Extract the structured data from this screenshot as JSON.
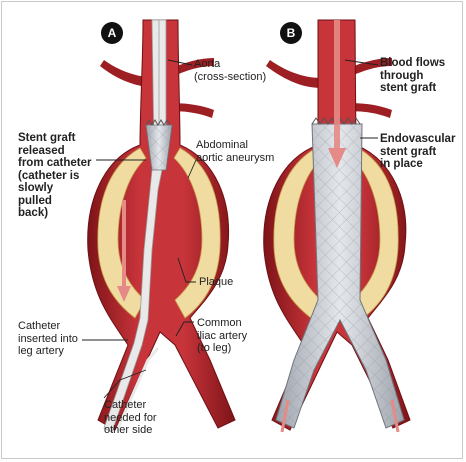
{
  "panels": {
    "a": {
      "badge": "A"
    },
    "b": {
      "badge": "B"
    }
  },
  "labels": {
    "aorta": "Aorta\n(cross-section)",
    "stent_released": "Stent graft\nreleased\nfrom catheter\n(catheter is\nslowly\npulled\nback)",
    "aneurysm": "Abdominal\naortic aneurysm",
    "plaque": "Plaque",
    "catheter_inserted": "Catheter\ninserted into\nleg artery",
    "common_iliac": "Common\niliac artery\n(to leg)",
    "catheter_needed": "Catheter\nneeded for\nother side",
    "blood_flows": "Blood flows\nthrough\nstent graft",
    "endovascular": "Endovascular\nstent graft\nin place"
  },
  "colors": {
    "vessel": "#b8262b",
    "vessel_dark": "#7e1418",
    "plaque": "#f0dca0",
    "catheter": "#e6e6e6",
    "graft": "#c8ccd2",
    "flow_arrow": "#e58a86"
  }
}
